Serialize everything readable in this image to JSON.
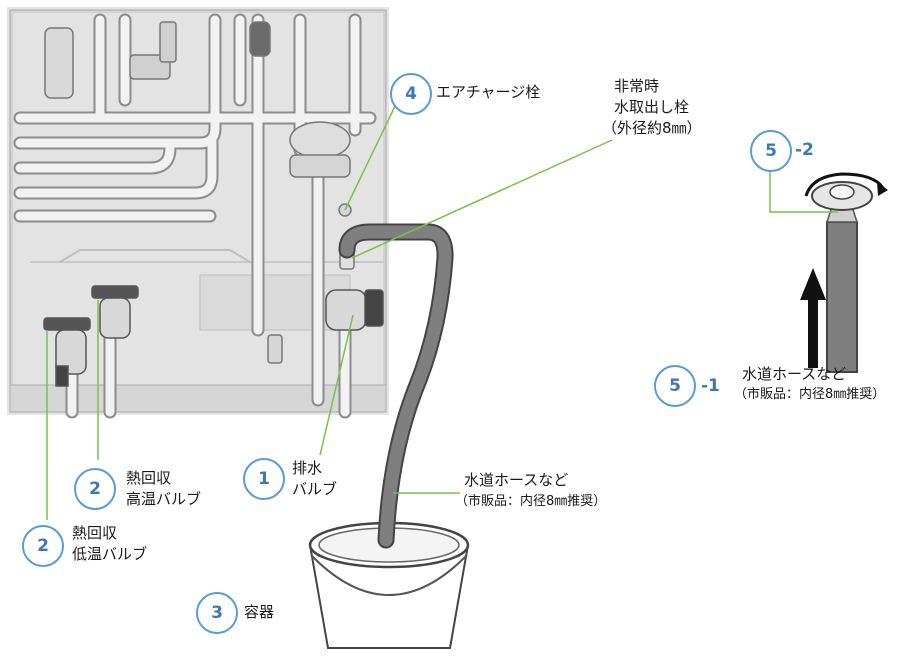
{
  "callouts": {
    "air_charge": {
      "number": "4",
      "label": "エアチャージ栓"
    },
    "emergency_tap": {
      "line1": "非常時",
      "line2": "水取出し栓",
      "line3": "（外径約8㎜）"
    },
    "hose_top": {
      "number": "5",
      "suffix": "-2"
    },
    "hose_bottom": {
      "number": "5",
      "suffix": "-1",
      "line1": "水道ホースなど",
      "line2": "（市販品：内径8㎜推奨）"
    },
    "drain_valve": {
      "number": "1",
      "line1": "排水",
      "line2": "バルブ"
    },
    "hose_middle": {
      "line1": "水道ホースなど",
      "line2": "（市販品：内径8㎜推奨）"
    },
    "heat_high": {
      "number": "2",
      "line1": "熱回収",
      "line2": "高温バルブ"
    },
    "heat_low": {
      "number": "2",
      "line1": "熱回収",
      "line2": "低温バルブ"
    },
    "container": {
      "number": "3",
      "label": "容器"
    }
  },
  "colors": {
    "accent_blue": "#5b9bd5",
    "leader_green": "#77c24a",
    "hose_gray": "#7f7f7f",
    "panel_gray": "#e3e3e3"
  }
}
